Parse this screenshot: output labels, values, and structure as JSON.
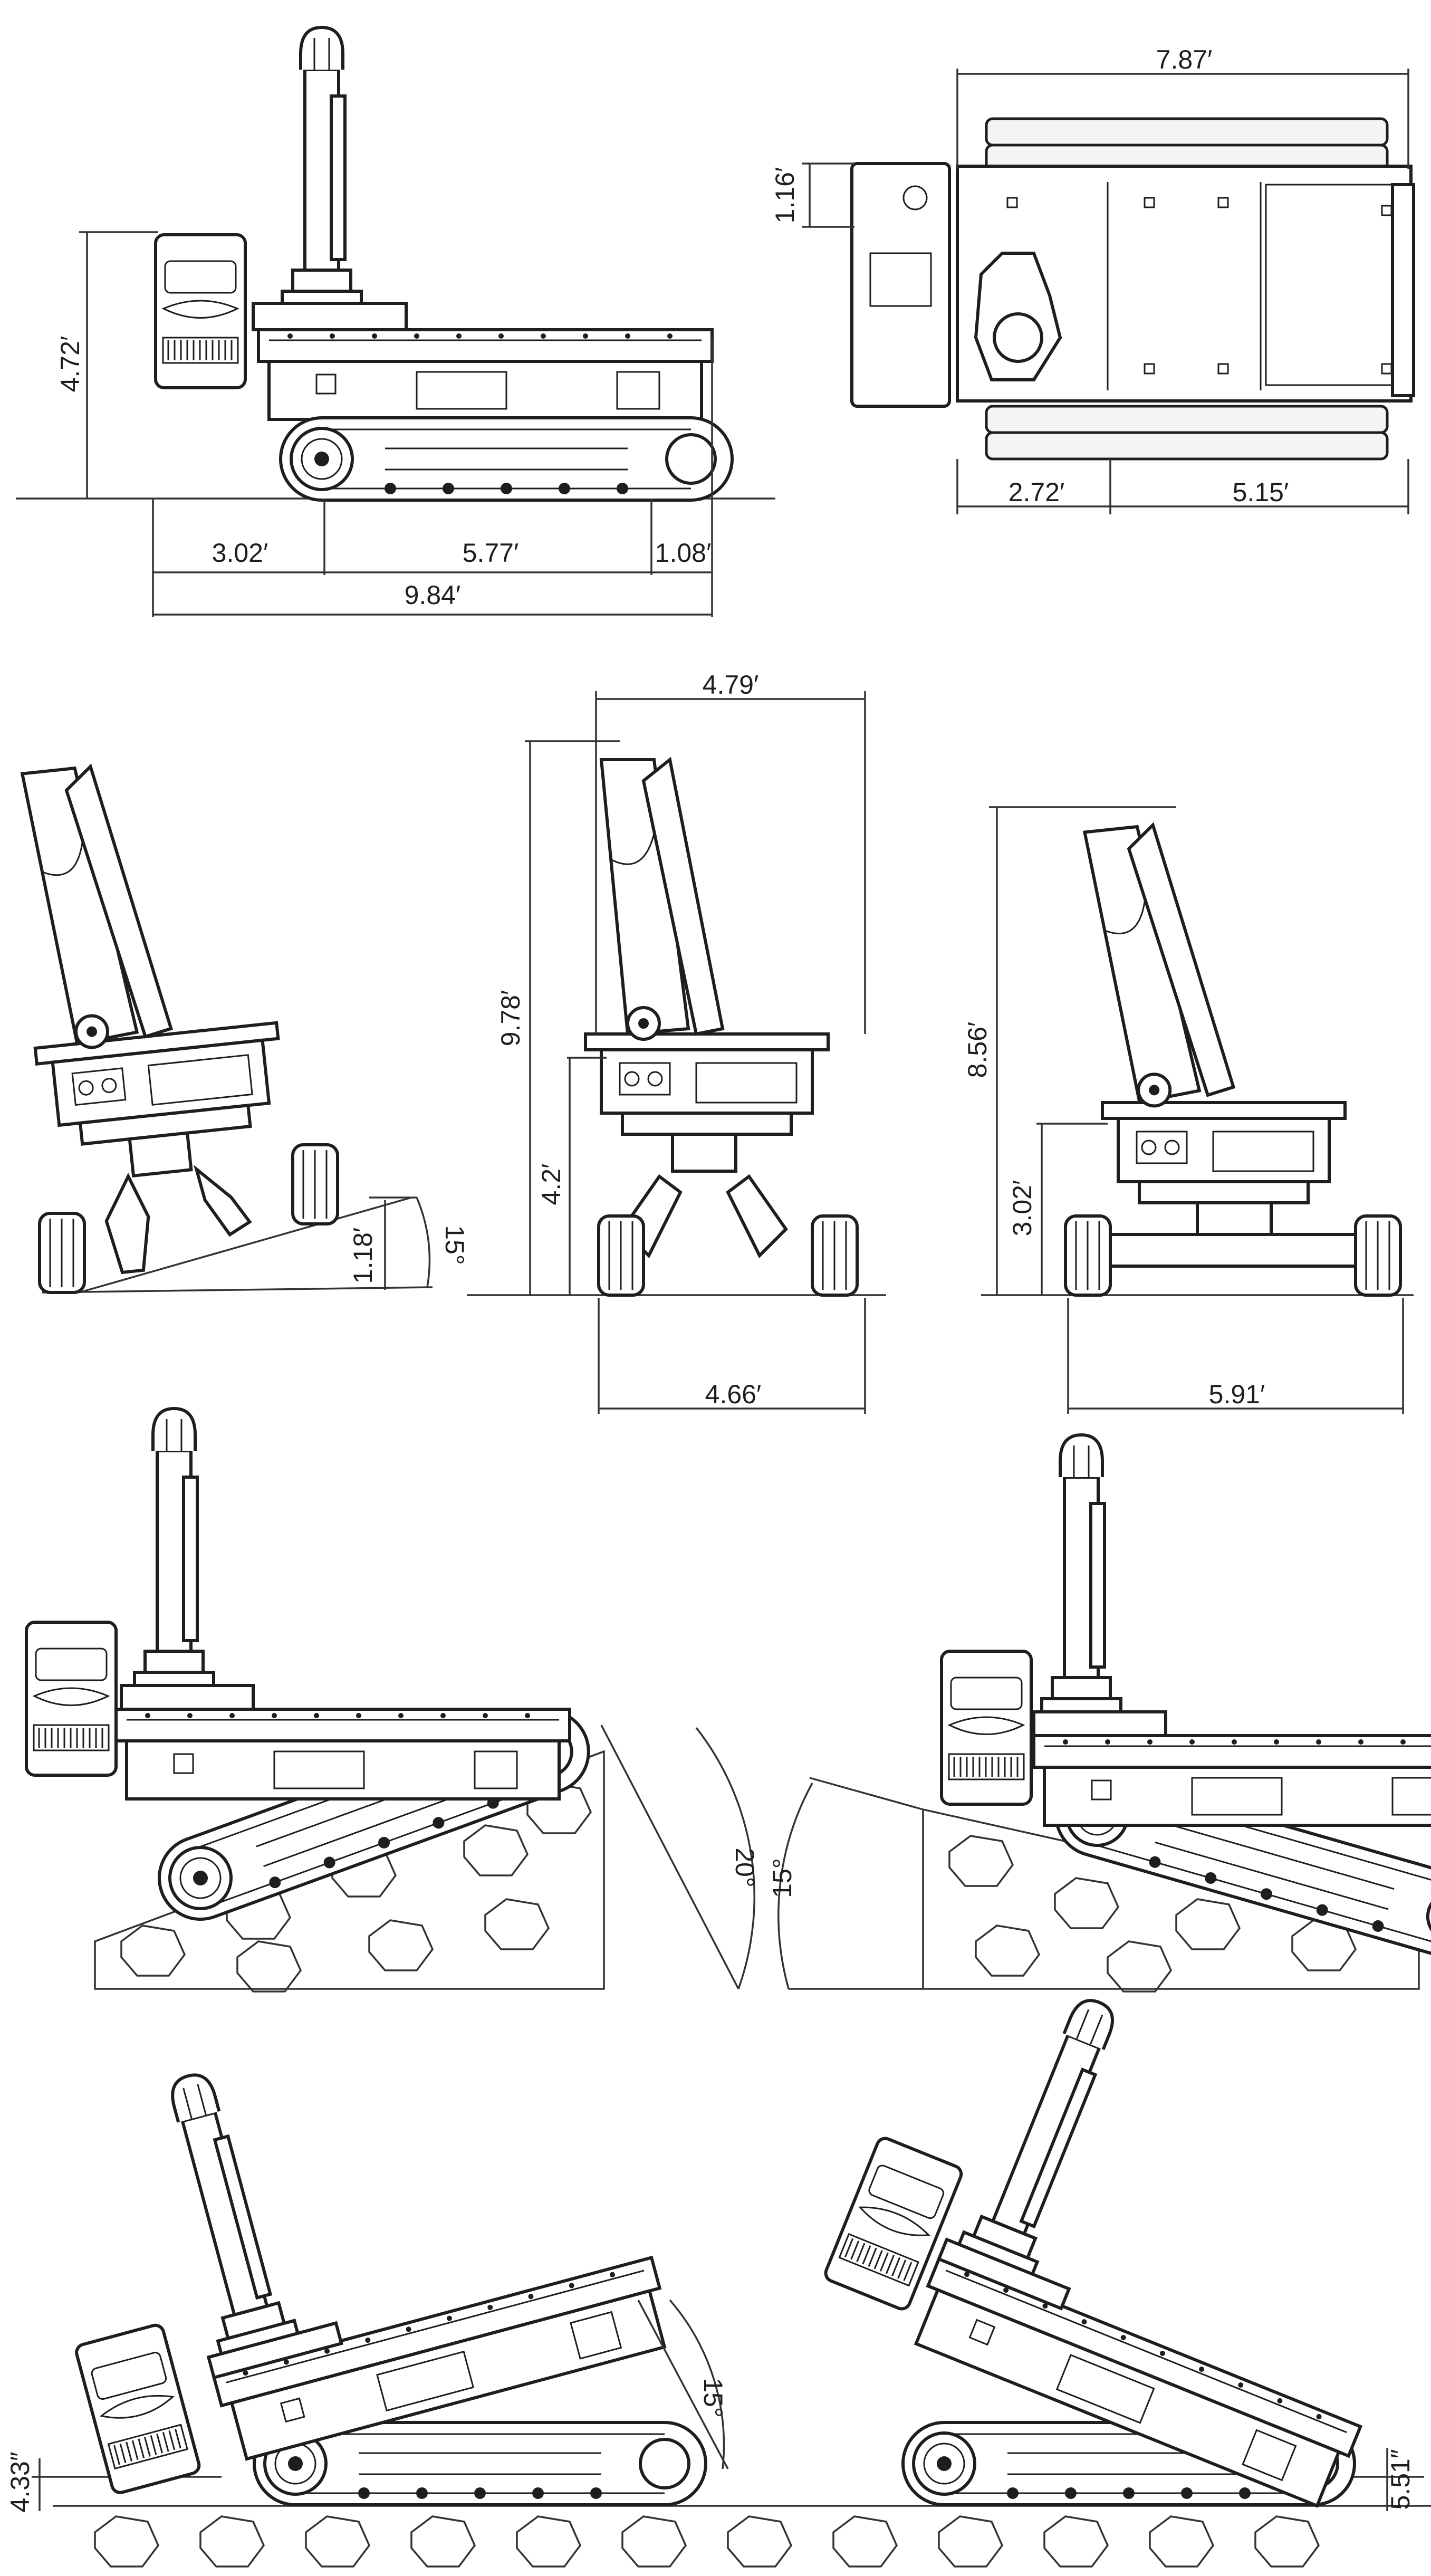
{
  "dimensions": {
    "side_height": "4.72′",
    "side_rear": "3.02′",
    "side_track": "5.77′",
    "side_front": "1.08′",
    "side_total": "9.84′",
    "top_width": "7.87′",
    "top_offset": "1.16′",
    "top_rear": "2.72′",
    "top_front": "5.15′",
    "front_width_top": "4.79′",
    "front_height": "9.78′",
    "front_mid_height": "4.2′",
    "front_track_width": "4.66′",
    "tilt_step": "1.18′",
    "tilt_angle": "15°",
    "wide_height": "8.56′",
    "wide_mid_height": "3.02′",
    "wide_track_width": "5.91′",
    "slope_up_angle": "20°",
    "slope_down_angle": "15°",
    "tilt_back_clearance": "4.33″",
    "tilt_back_angle": "15°",
    "tilt_front_clearance": "5.51″"
  },
  "colors": {
    "line": "#1e1e1e",
    "background": "#ffffff"
  }
}
